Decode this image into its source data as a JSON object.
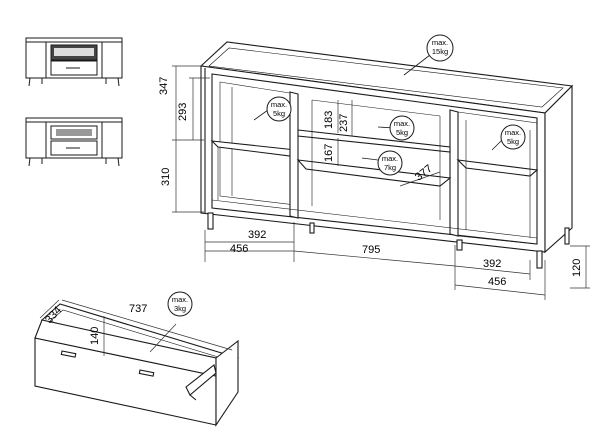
{
  "dimensions": {
    "height_top": "347",
    "upper_shelf": "293",
    "lower_height": "310",
    "mid_upper": "183",
    "mid_upper_total": "237",
    "mid_lower": "167",
    "depth_diag": "377",
    "left_inner": "392",
    "left_outer": "456",
    "center": "795",
    "right_inner": "392",
    "right_outer": "456",
    "leg": "120",
    "drawer_depth": "334",
    "drawer_width": "737",
    "drawer_height": "140"
  },
  "loads": {
    "top_max": "max.",
    "top_kg": "15kg",
    "left_max": "max.",
    "left_kg": "5kg",
    "center_upper_max": "max.",
    "center_upper_kg": "5kg",
    "center_lower_max": "max.",
    "center_lower_kg": "7kg",
    "right_max": "max.",
    "right_kg": "5kg",
    "drawer_max": "max.",
    "drawer_kg": "3kg"
  },
  "colors": {
    "line": "#1a1a1a",
    "dim": "#333333"
  }
}
